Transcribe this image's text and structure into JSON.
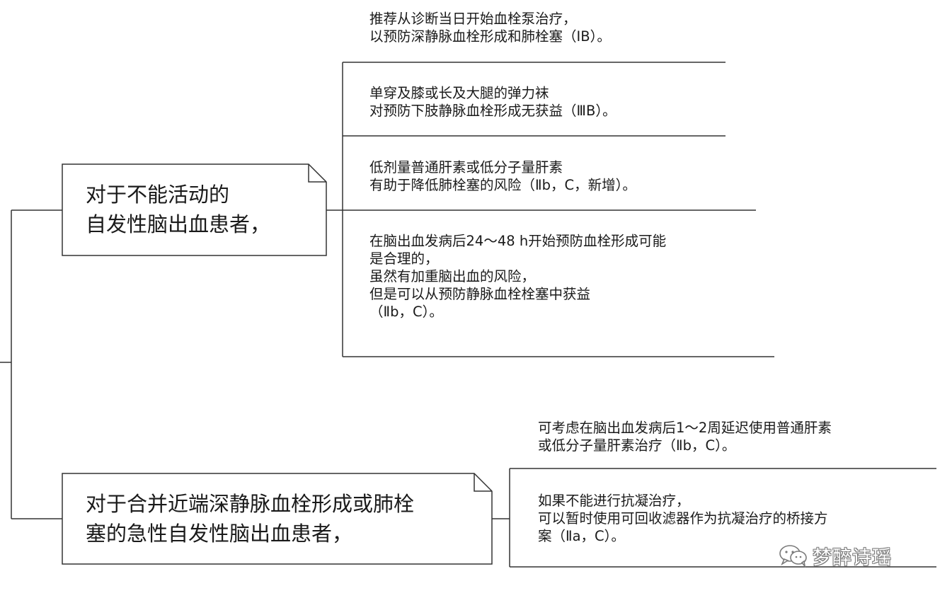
{
  "groups": [
    {
      "category_lines": [
        "对于不能活动的",
        "自发性脑出血患者，"
      ],
      "recommendations": [
        {
          "lines": [
            "推荐从诊断当日开始血栓泵治疗，",
            "以预防深静脉血栓形成和肺栓塞（ⅠB）。"
          ]
        },
        {
          "lines": [
            "单穿及膝或长及大腿的弹力袜",
            "对预防下肢静脉血栓形成无获益（ⅢB）。"
          ]
        },
        {
          "lines": [
            "低剂量普通肝素或低分子量肝素",
            "有助于降低肺栓塞的风险（Ⅱb，C，新增）。"
          ]
        },
        {
          "lines": [
            "在脑出血发病后24～48 h开始预防血栓形成可能",
            "是合理的，",
            "虽然有加重脑出血的风险，",
            "但是可以从预防静脉血栓栓塞中获益",
            "（Ⅱb，C）。"
          ]
        }
      ]
    },
    {
      "category_lines": [
        "对于合并近端深静脉血栓形成或肺栓",
        "塞的急性自发性脑出血患者，"
      ],
      "recommendations": [
        {
          "lines": [
            "可考虑在脑出血发病后1～2周延迟使用普通肝素",
            "或低分子量肝素治疗（Ⅱb，C）。"
          ]
        },
        {
          "lines": [
            "如果不能进行抗凝治疗，",
            "可以暂时使用可回收滤器作为抗凝治疗的桥接方",
            "案（Ⅱa，C）。"
          ]
        }
      ]
    }
  ],
  "watermark": {
    "text": "梦醉诗瑶",
    "icon": "wechat-icon"
  }
}
